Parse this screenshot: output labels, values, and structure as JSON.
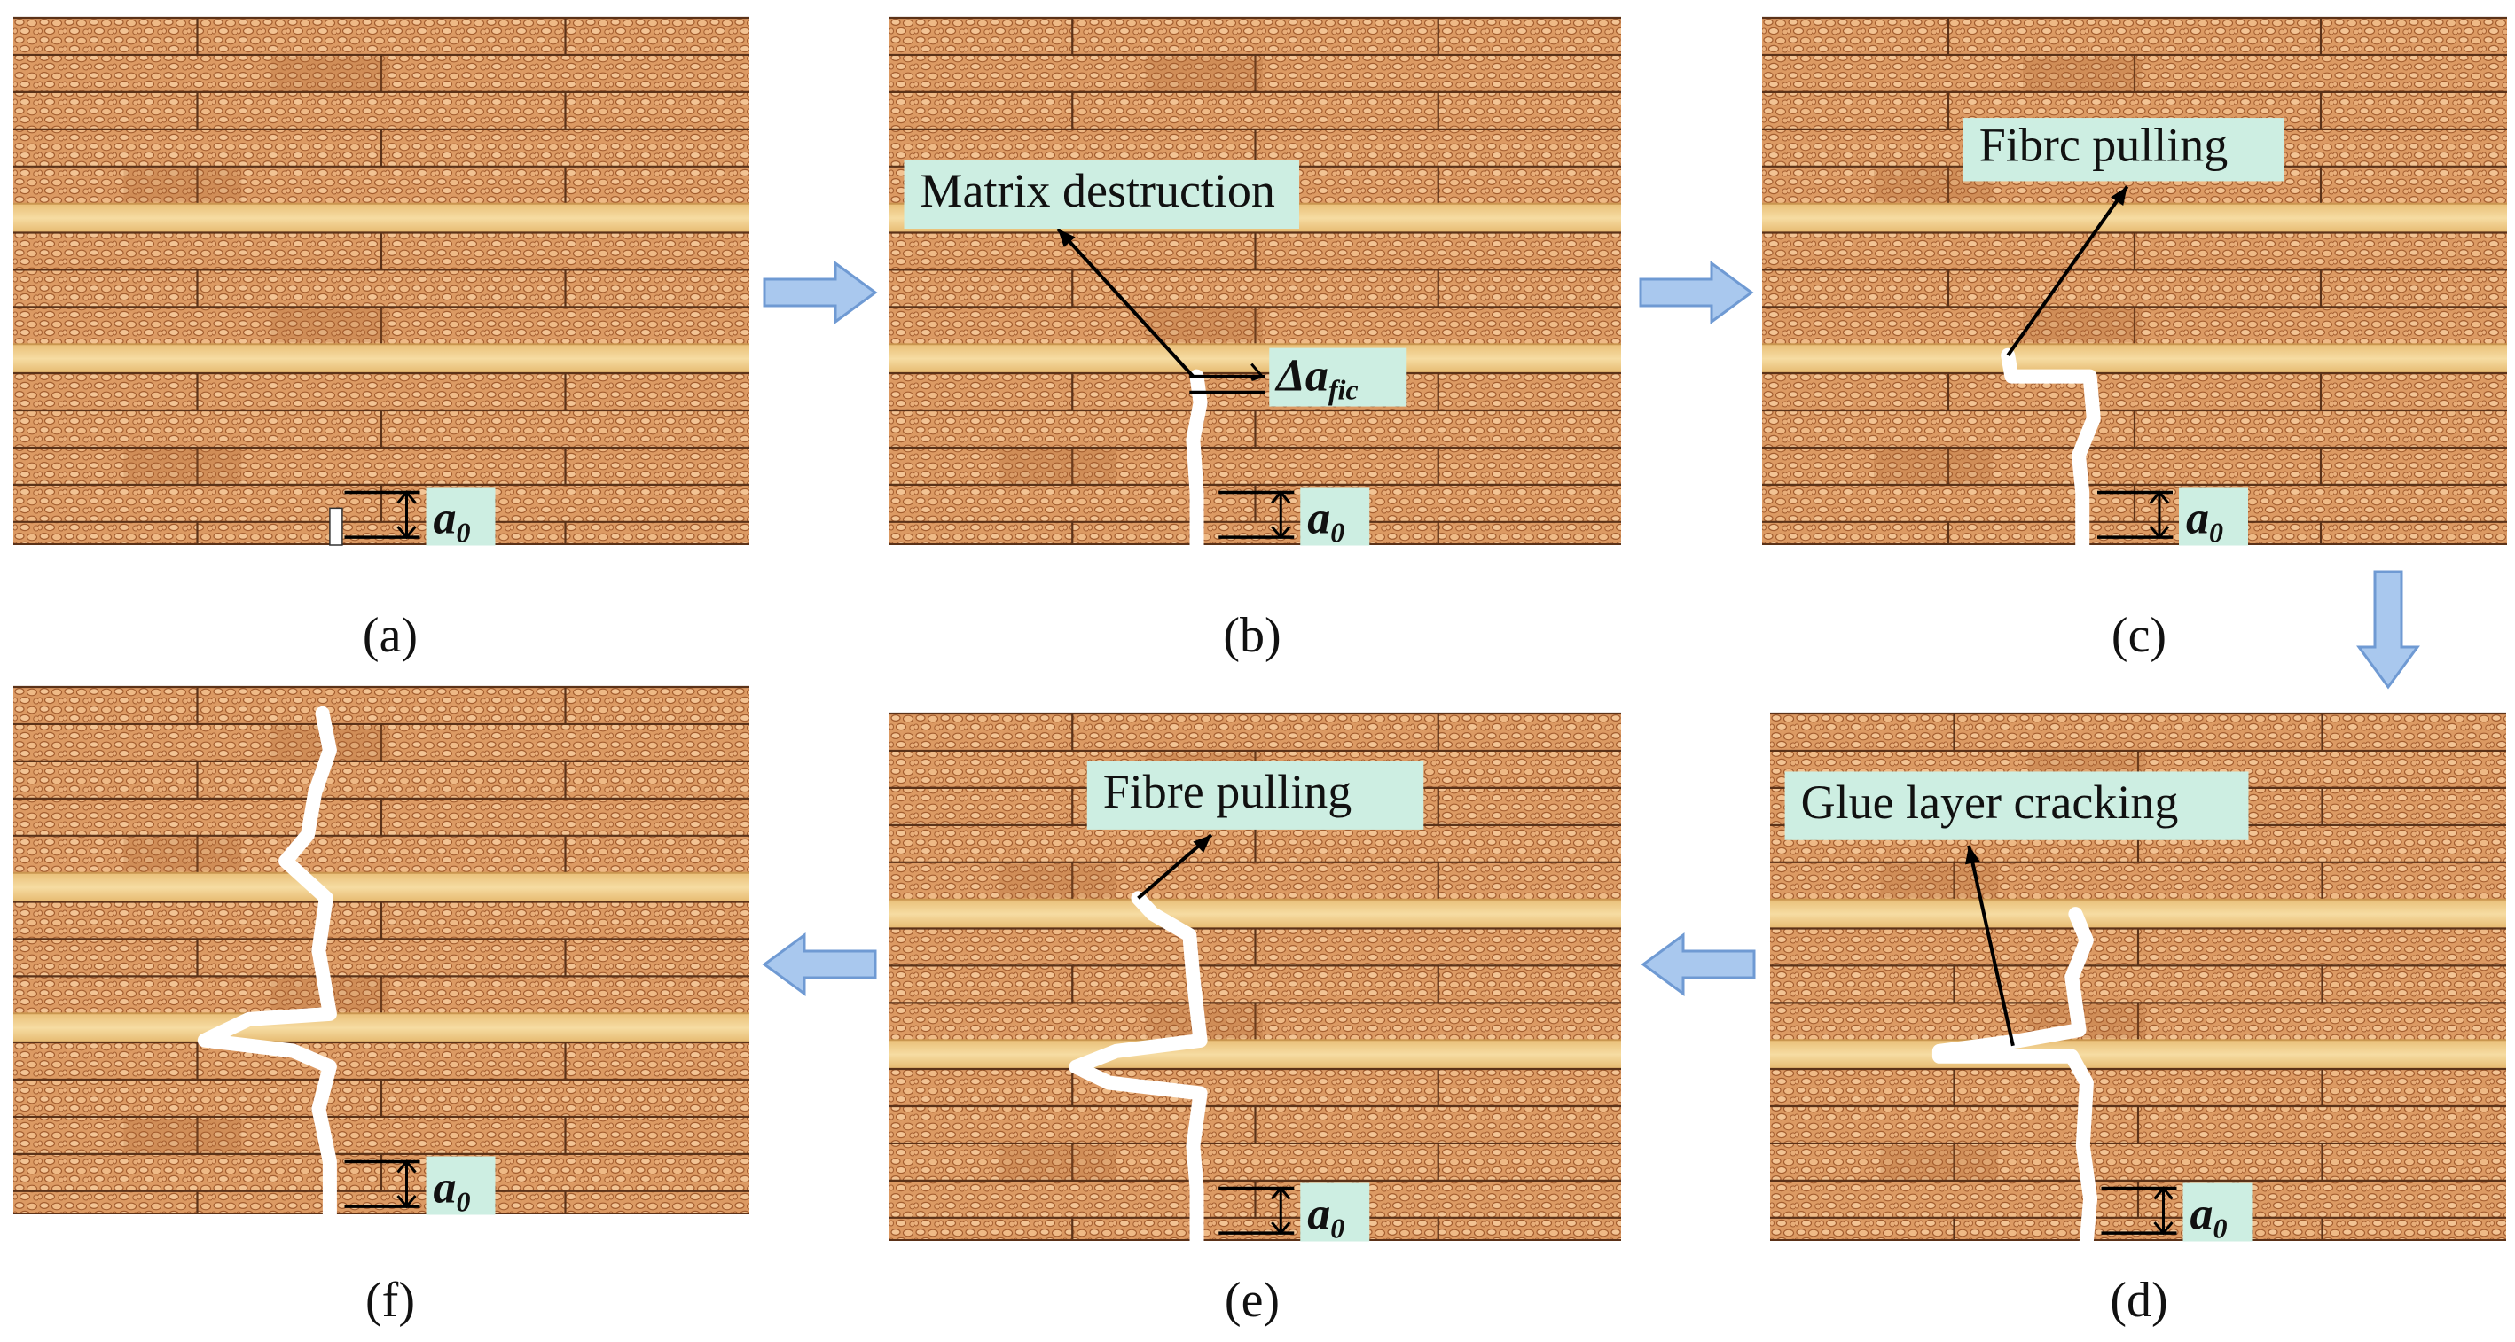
{
  "figure": {
    "panels": [
      {
        "id": "a",
        "caption": "(a)",
        "dim_label": "a",
        "dim_sub": "0",
        "callout": "",
        "extra_label": ""
      },
      {
        "id": "b",
        "caption": "(b)",
        "dim_label": "a",
        "dim_sub": "0",
        "callout": "Matrix destruction",
        "extra_label": "Δa",
        "extra_sub": "fic"
      },
      {
        "id": "c",
        "caption": "(c)",
        "dim_label": "a",
        "dim_sub": "0",
        "callout": "Fibrc pulling",
        "extra_label": ""
      },
      {
        "id": "d",
        "caption": "(d)",
        "dim_label": "a",
        "dim_sub": "0",
        "callout": "Glue layer cracking",
        "extra_label": ""
      },
      {
        "id": "e",
        "caption": "(e)",
        "dim_label": "a",
        "dim_sub": "0",
        "callout": "Fibre pulling",
        "extra_label": ""
      },
      {
        "id": "f",
        "caption": "(f)",
        "dim_label": "a",
        "dim_sub": "0",
        "callout": "",
        "extra_label": ""
      }
    ],
    "colors": {
      "wood": "#dc9a63",
      "wood_dark": "#b86d3c",
      "veneer": "#f1cf8c",
      "label_bg": "#cdeee2",
      "arrow": "#a9c8ee",
      "arrow_stroke": "#6f9ad3",
      "crack": "#ffffff"
    }
  }
}
